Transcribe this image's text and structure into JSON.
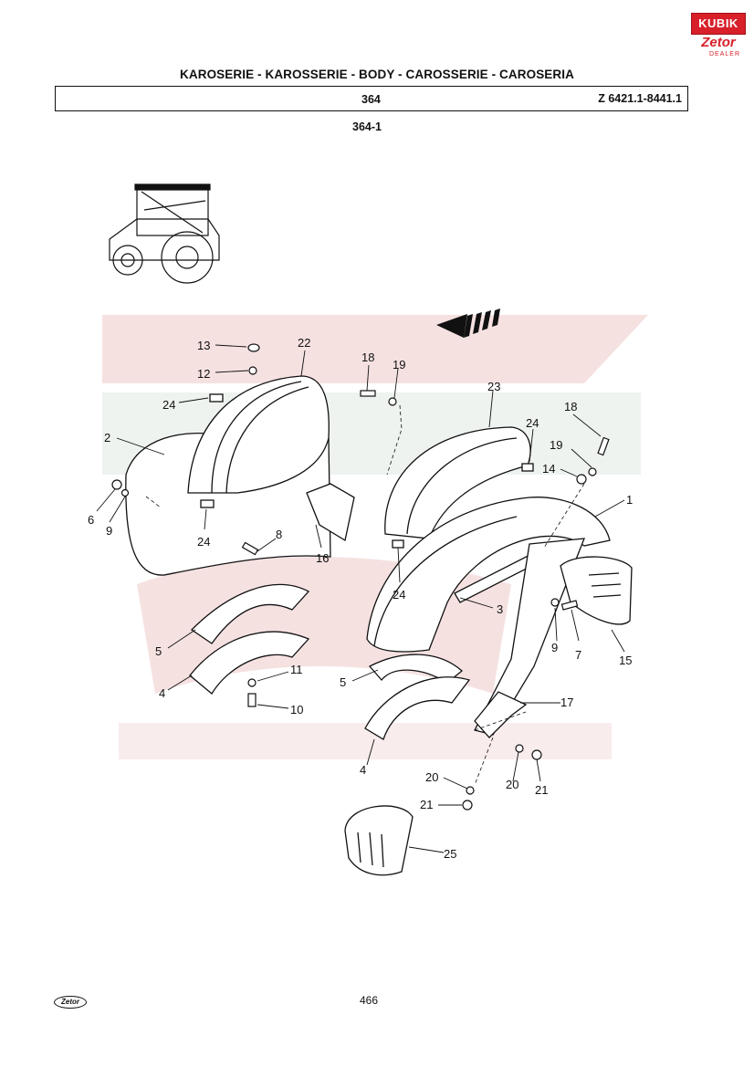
{
  "header": {
    "title": "KAROSERIE - KAROSSERIE - BODY - CAROSSERIE - CAROSERIA",
    "section": "364",
    "model_range": "Z 6421.1-8441.1",
    "figure": "364-1"
  },
  "brand": {
    "logo_top": "KUBIK",
    "logo_script": "Zetor",
    "logo_sub": "DEALER"
  },
  "footer": {
    "page_number": "466",
    "footer_logo": "Zetor"
  },
  "callouts": {
    "c1": "1",
    "c2": "2",
    "c3": "3",
    "c4a": "4",
    "c4b": "4",
    "c5a": "5",
    "c5b": "5",
    "c6": "6",
    "c7": "7",
    "c8": "8",
    "c9a": "9",
    "c9b": "9",
    "c10": "10",
    "c11": "11",
    "c12": "12",
    "c13": "13",
    "c14": "14",
    "c15": "15",
    "c16": "16",
    "c17": "17",
    "c18a": "18",
    "c18b": "18",
    "c19a": "19",
    "c19b": "19",
    "c20a": "20",
    "c20b": "20",
    "c21a": "21",
    "c21b": "21",
    "c22": "22",
    "c23": "23",
    "c24a": "24",
    "c24b": "24",
    "c24c": "24",
    "c24d": "24",
    "c25": "25"
  },
  "colors": {
    "watermark": "#f3d8d8",
    "line": "#111111",
    "brand_red": "#d8202a"
  }
}
